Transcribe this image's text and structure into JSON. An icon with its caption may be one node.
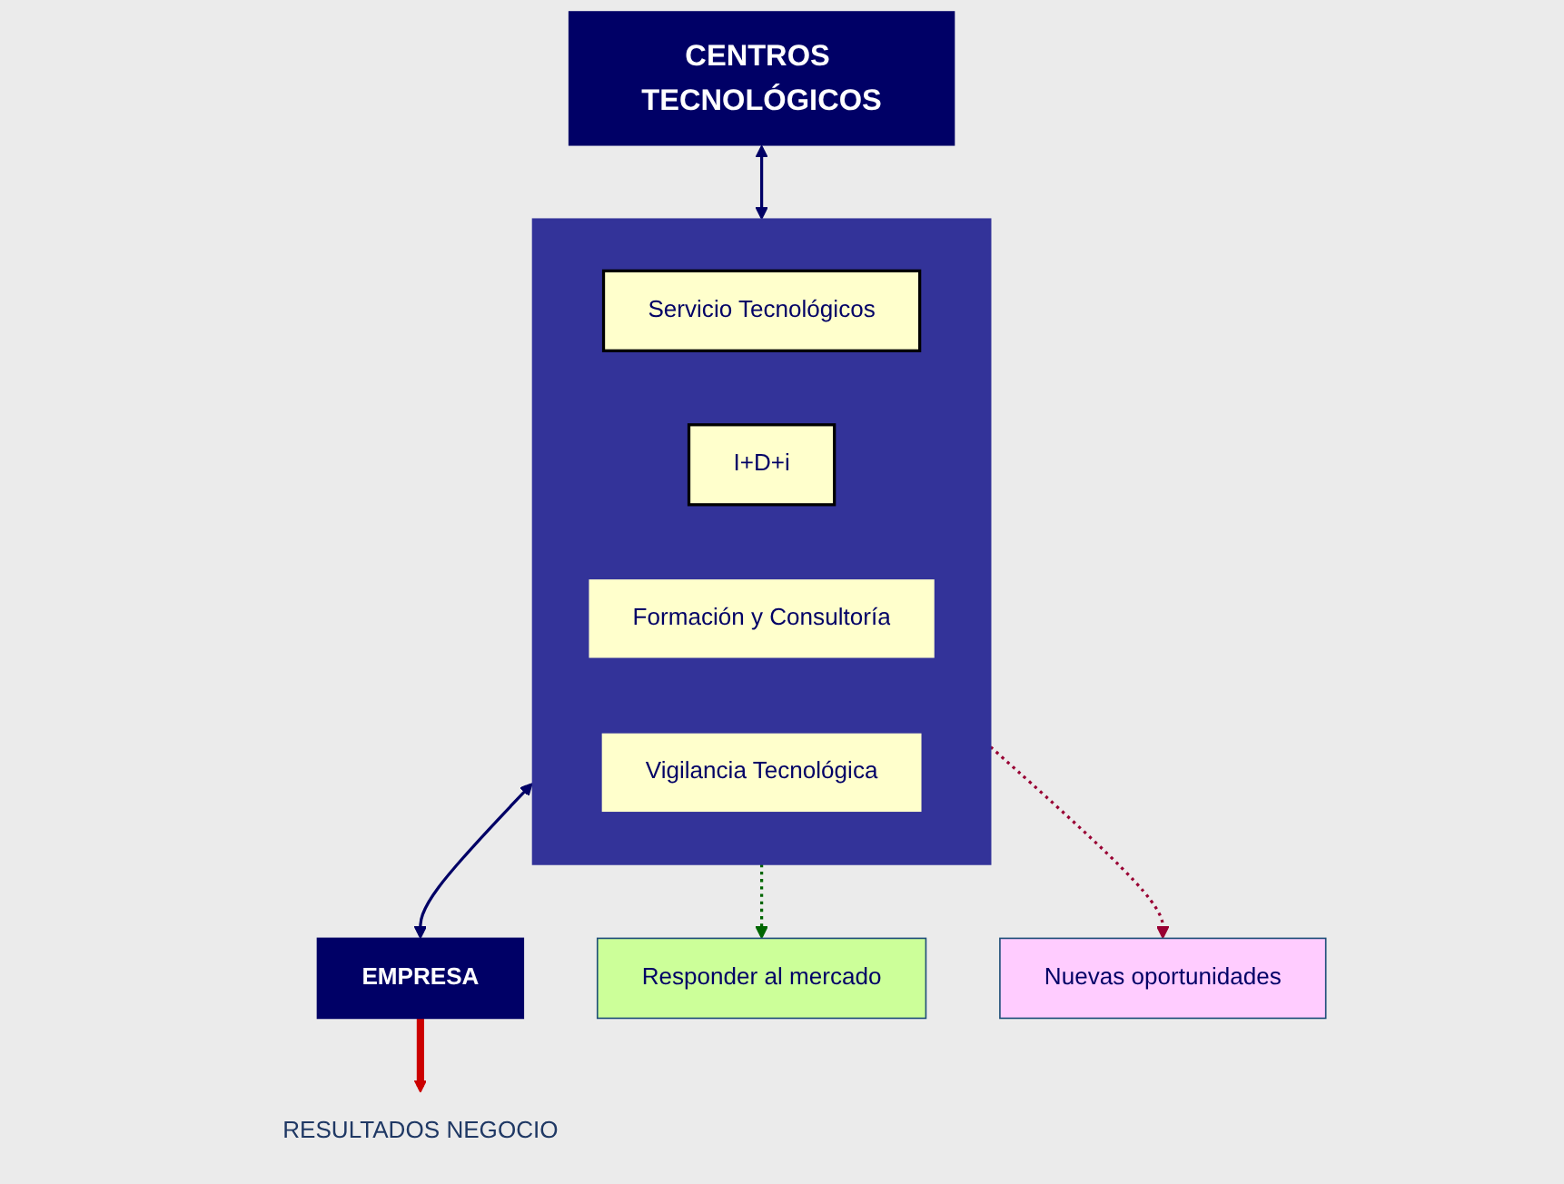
{
  "diagram": {
    "nodes": [
      {
        "text": [
          "CENTROS TECNOLÓGICOS"
        ]
      },
      {
        "text": [],
        "shape": "box"
      },
      {
        "text": [
          "Servicio Tecnológicos"
        ],
        "in": 1
      },
      {
        "text": [
          "I+D+i"
        ],
        "in": 1
      },
      {
        "text": [
          "Formación y Consultoría"
        ],
        "in": 1
      },
      {
        "text": [
          "Vigilancia Tecnológica"
        ],
        "in": 1
      },
      {
        "text": [
          "EMPRESA"
        ]
      },
      {
        "text": [
          "RESULTADOS NEGOCIO"
        ]
      },
      {
        "text": [
          "Responder al  mercado"
        ]
      },
      {
        "text": [
          "Nuevas oportunidades"
        ]
      }
    ],
    "edges": [
      {
        "from": 0,
        "to": 1,
        "arrow": "both"
      },
      {
        "from": 1,
        "to": 6,
        "arrow": "both"
      },
      {
        "from": 6,
        "to": 7,
        "arrow": "to",
        "style": "thick",
        "color": "#cc0000"
      },
      {
        "from": 1,
        "to": 8,
        "arrow": "to",
        "style": "dashed",
        "color": "#006600"
      },
      {
        "from": 1,
        "to": 9,
        "arrow": "to",
        "style": "dashed",
        "color": "#990033"
      }
    ]
  }
}
